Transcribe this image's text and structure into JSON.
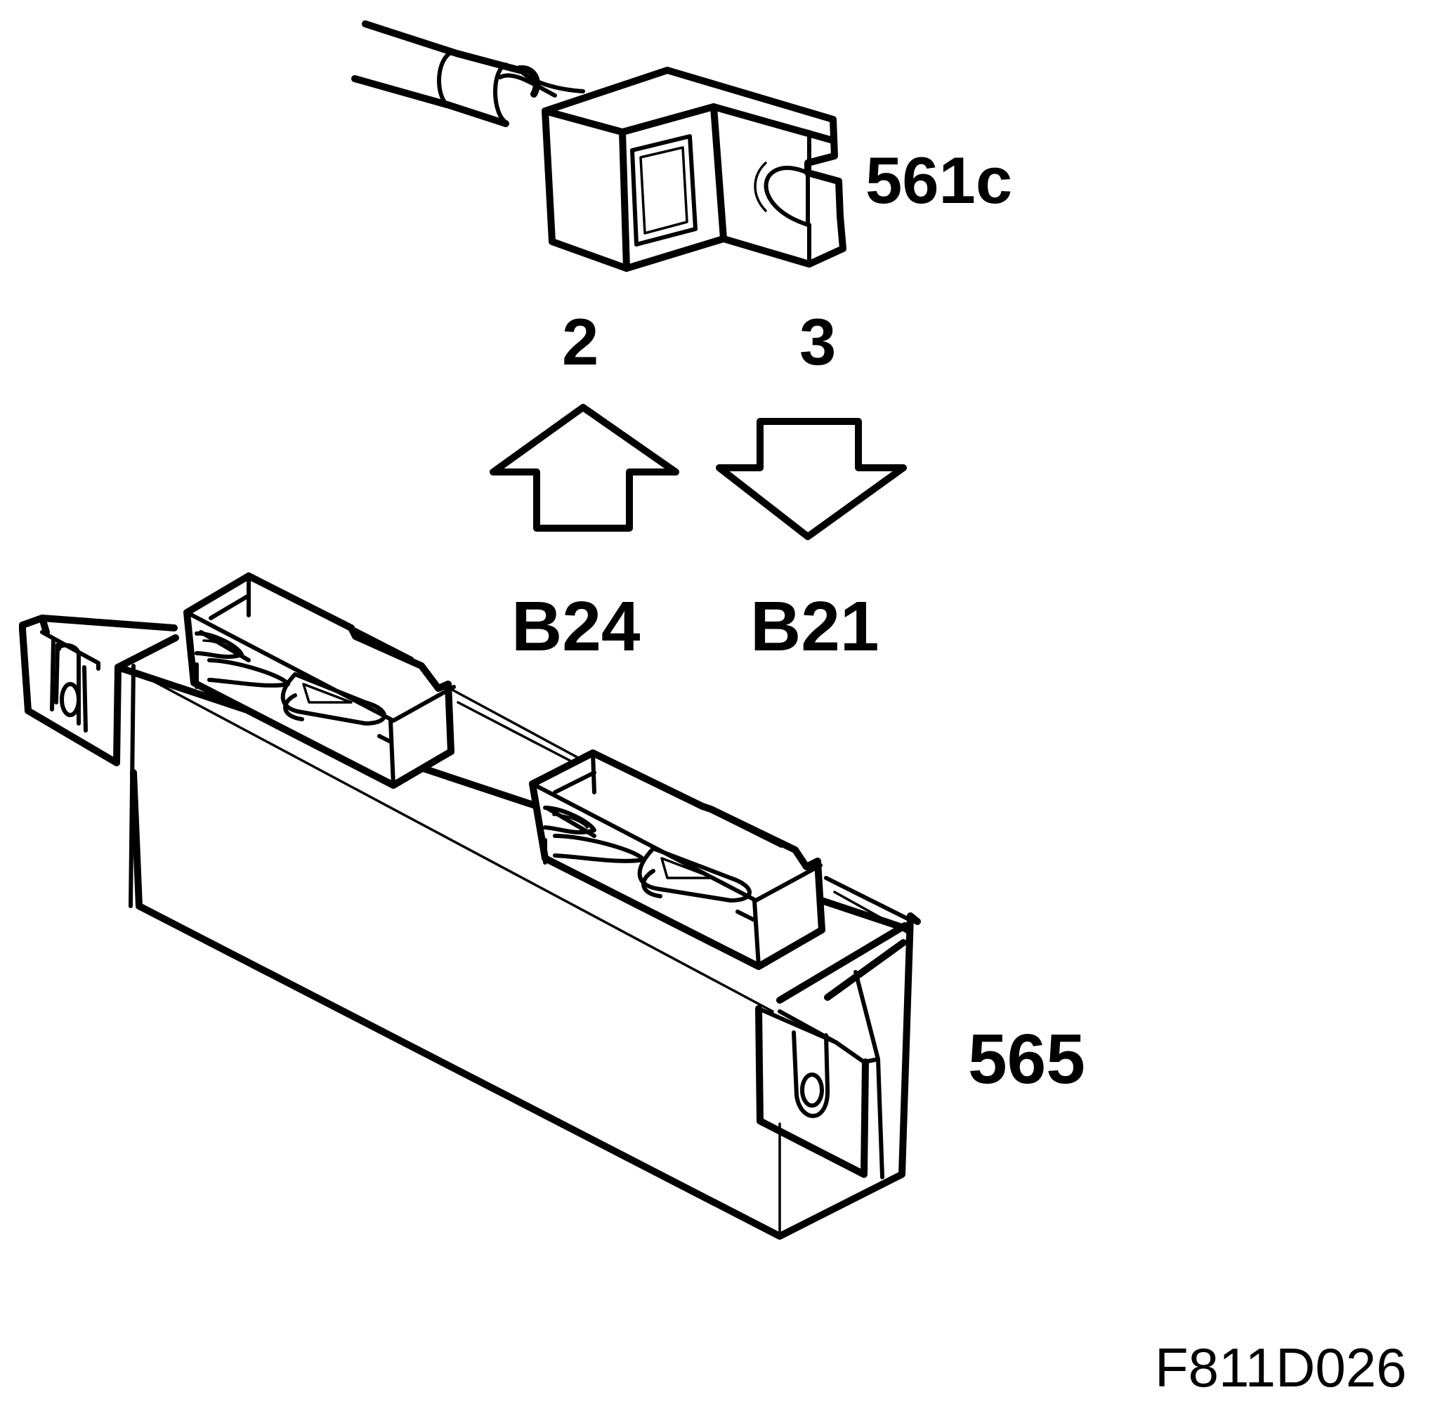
{
  "labels": {
    "connector": "561c",
    "pin_left": "2",
    "pin_right": "3",
    "engine_left": "B24",
    "engine_right": "B21",
    "fuse_box": "565",
    "figure_id": "F811D026"
  },
  "icons": {
    "arrow_left": "arrow-up-icon",
    "arrow_right": "arrow-down-icon"
  },
  "colors": {
    "line": "#000000",
    "background": "#ffffff"
  }
}
